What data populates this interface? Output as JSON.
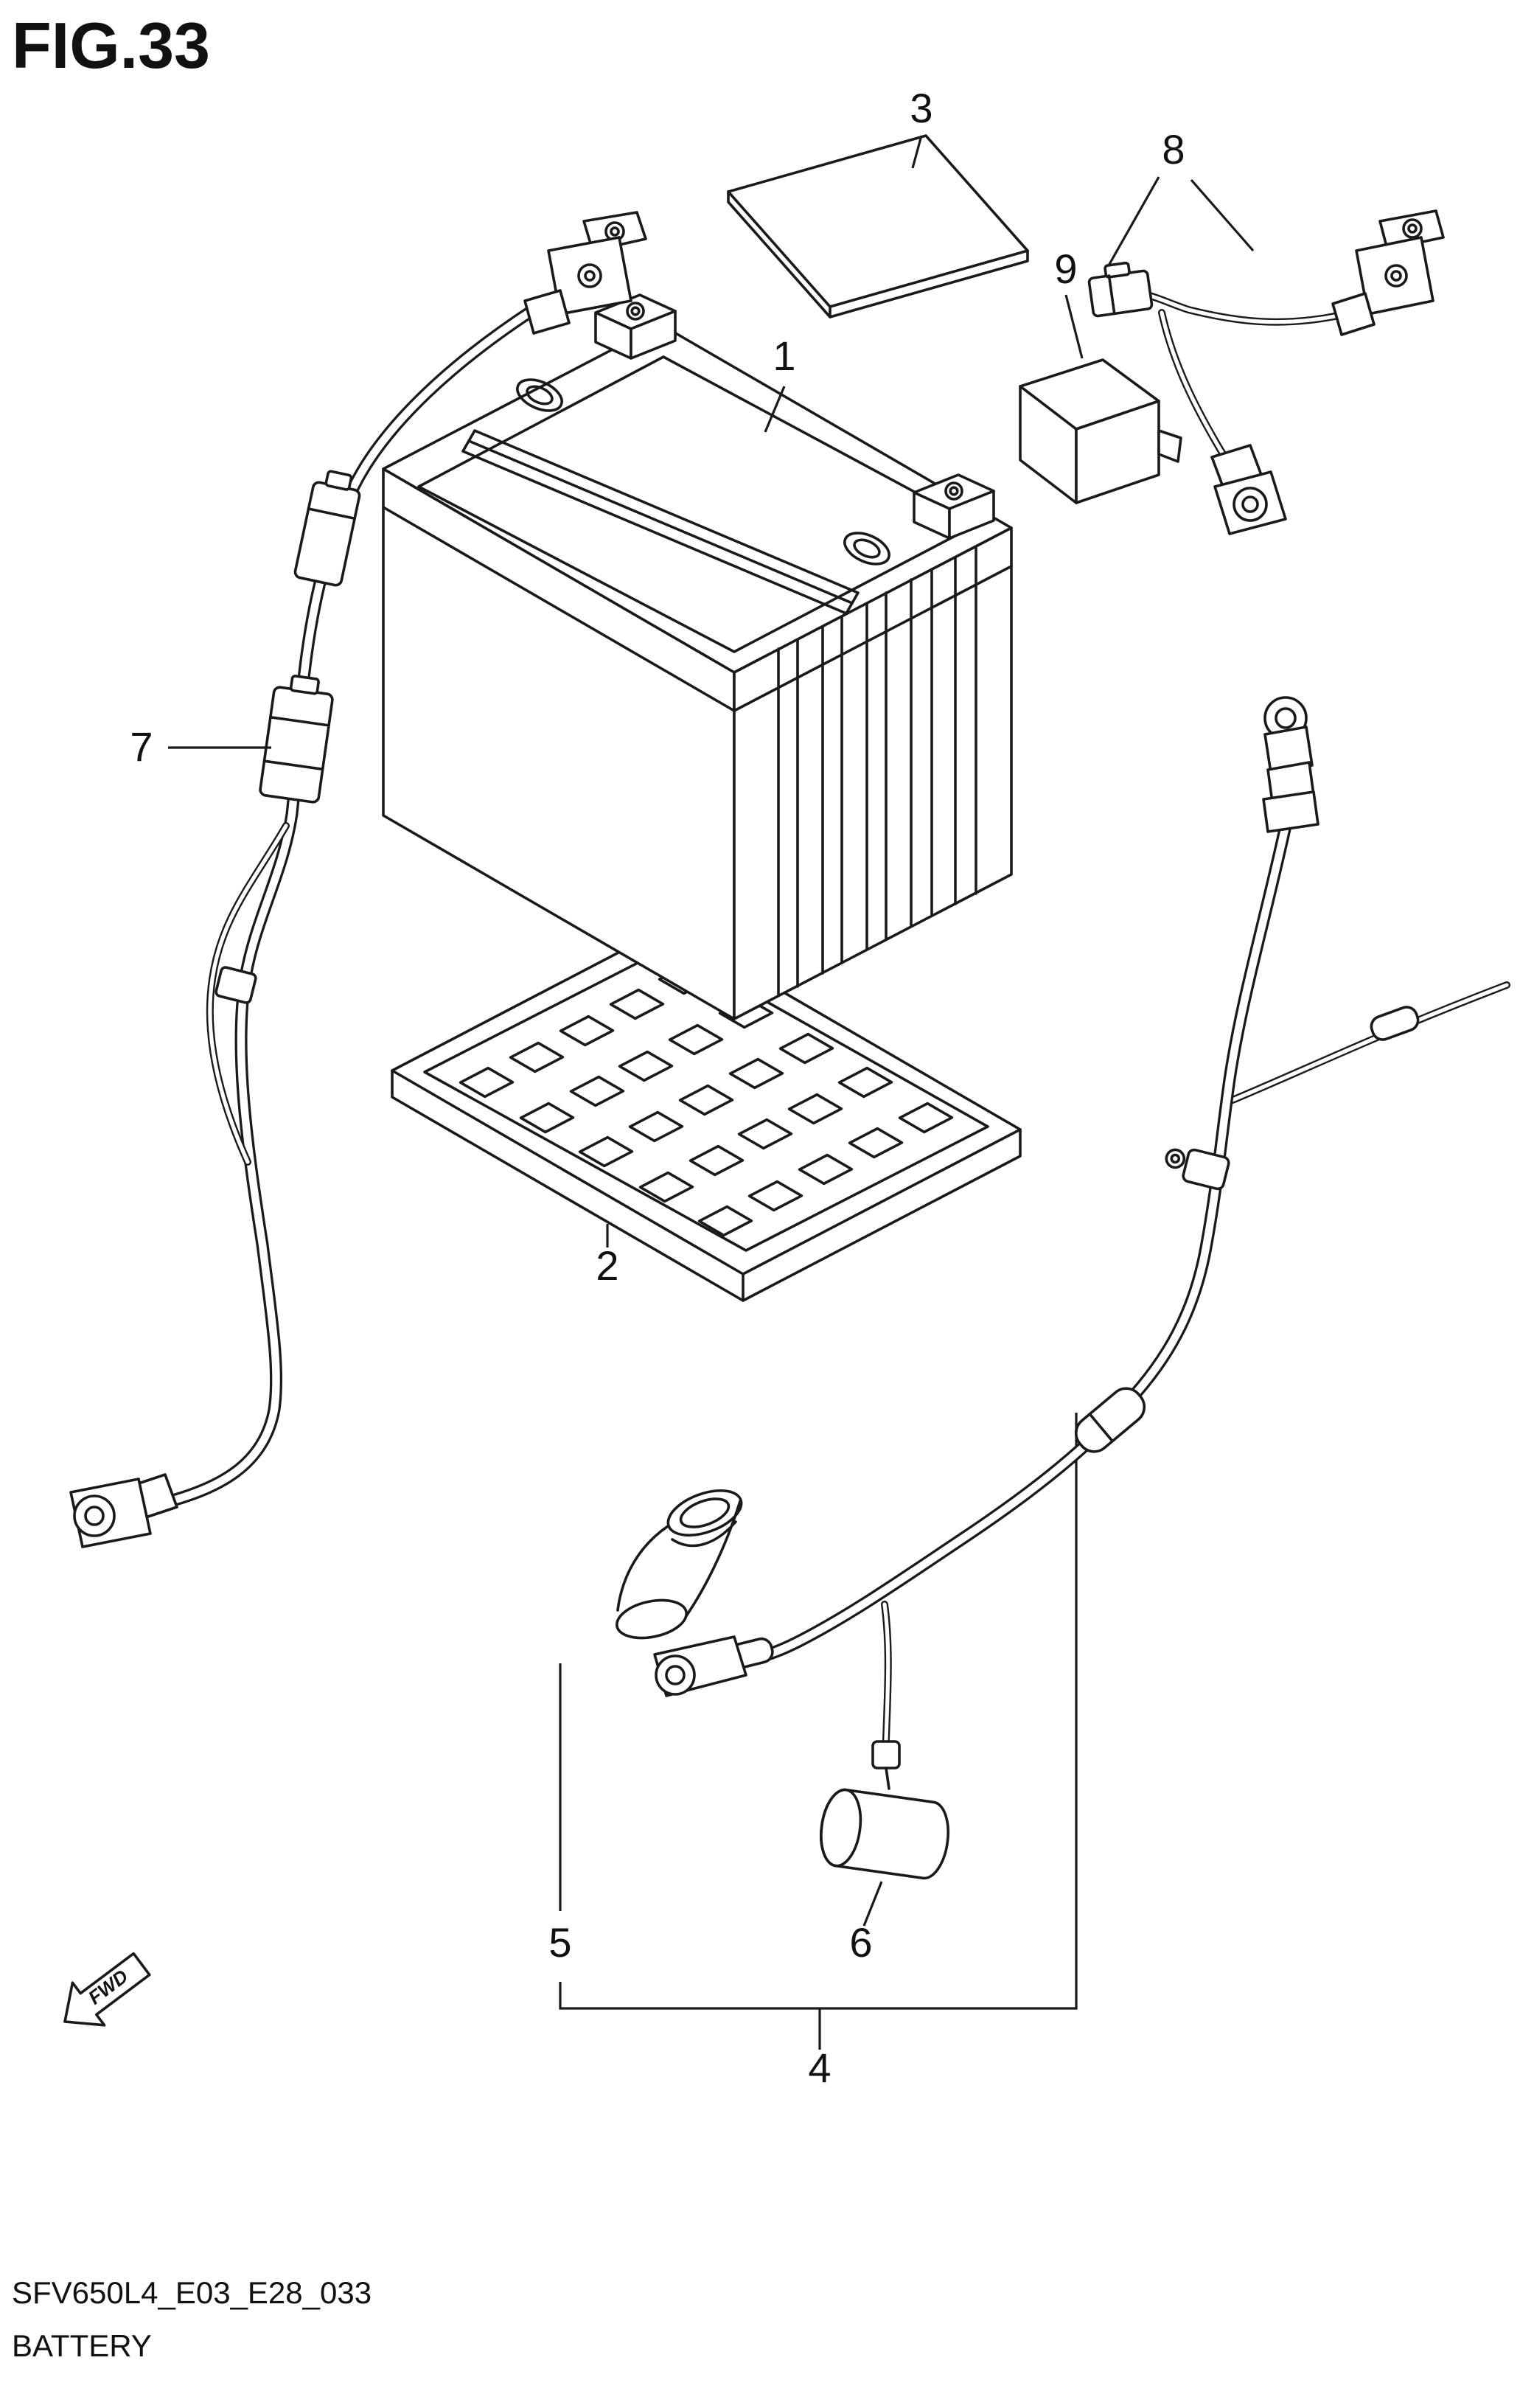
{
  "figure": {
    "title": "FIG.33",
    "doc_code": "SFV650L4_E03_E28_033",
    "doc_title": "BATTERY",
    "fwd_label": "FWD"
  },
  "colors": {
    "line": "#1a1a1a",
    "background": "#ffffff"
  },
  "part_labels": [
    "1",
    "2",
    "3",
    "4",
    "5",
    "6",
    "7",
    "8",
    "9"
  ]
}
